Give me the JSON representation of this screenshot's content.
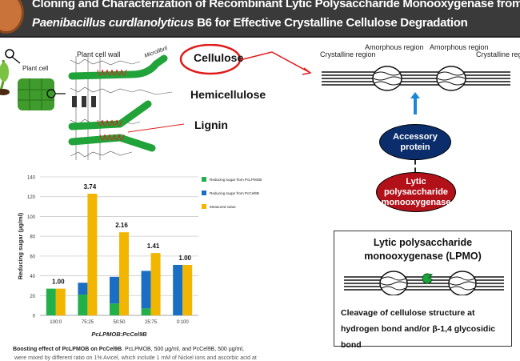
{
  "header": {
    "title_line1": "Cloning and Characterization of Recombinant Lytic Polysaccharide Monooxygenase from",
    "title_line2_italic": "Paenibacillus curdlanolyticus",
    "title_line2_rest": " B6 for Effective Crystalline Cellulose Degradation"
  },
  "plant_diagram": {
    "plant_cell": "Plant cell",
    "plant_cell_wall": "Plant cell wall",
    "microfibril": "Microfibril",
    "cellulose": "Cellulose",
    "hemicellulose": "Hemicellulose",
    "lignin": "Lignin"
  },
  "cellulose_diagram": {
    "crystalline_left": "Crystalline region",
    "amorphous_1": "Amorphous region",
    "amorphous_2": "Amorphous region",
    "crystalline_right": "Crystalline region",
    "accessory": "Accessory protein",
    "lpmo": "Lytic polysaccharide monooxygenase"
  },
  "lpmo_box": {
    "title": "Lytic polysaccharide monooxygenase (LPMO)",
    "description": "Cleavage of cellulose structure at hydrogen bond and/or β-1,4 glycosidic bond"
  },
  "caption": {
    "bold": "Boosting effect of PcLPMOB on PcCel9B",
    "line1": ". PcLPMOB, 500 µg/ml, and PcCel9B, 500 µg/ml,",
    "line2": "were mixed by different ratio on 1% Avicel, which include 1 mM of Nickel ions and ascorbic acid at"
  },
  "colors": {
    "green": "#22b04b",
    "blue": "#1a6fc4",
    "gold": "#f2b600",
    "navy": "#0b2d6b",
    "red": "#b3111a"
  },
  "chart_data": {
    "type": "bar",
    "categories": [
      "100:0",
      "75:25",
      "50:50",
      "25:75",
      "0:100"
    ],
    "series": [
      {
        "name": "Reducing sugar from PcLPMOB",
        "values": [
          27,
          21,
          12,
          7,
          0
        ],
        "stack": "a"
      },
      {
        "name": "Reducing sugar from PcCel9B",
        "values": [
          0,
          12,
          27,
          38,
          51
        ],
        "stack": "a"
      },
      {
        "name": "Measured value",
        "values": [
          27,
          123,
          84,
          63,
          51
        ],
        "stack": "b"
      }
    ],
    "data_labels": [
      "1.00",
      "3.74",
      "2.16",
      "1.41",
      "1.00"
    ],
    "xlabel": "PcLPMOB:PcCel9B",
    "ylabel": "Reducing sugar (µg/ml)",
    "ylim": [
      0,
      140
    ],
    "yticks": [
      "0",
      "20",
      "40",
      "60",
      "80",
      "100",
      "120",
      "140"
    ],
    "grid": true,
    "legend": "right"
  }
}
